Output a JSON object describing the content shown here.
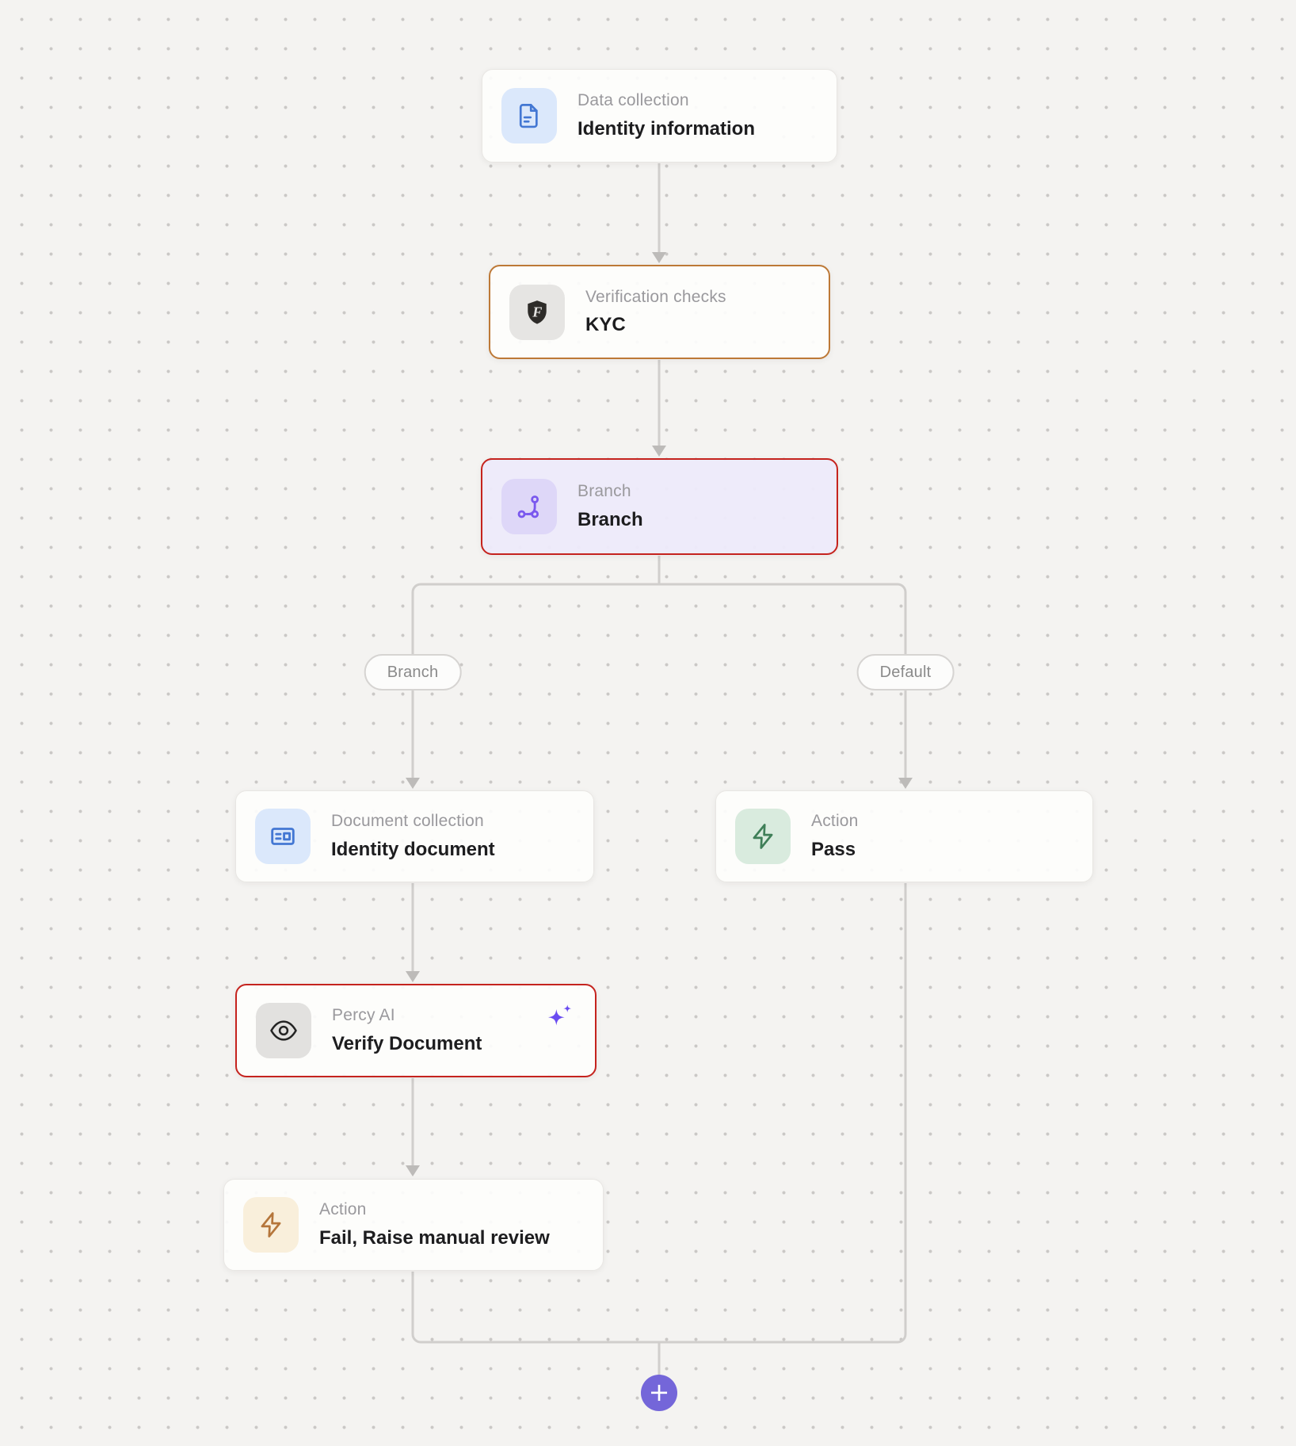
{
  "nodes": [
    {
      "id": "data-collection",
      "label": "Data collection",
      "title": "Identity information",
      "icon": "document-icon"
    },
    {
      "id": "verification-checks",
      "label": "Verification checks",
      "title": "KYC",
      "icon": "shield-f-icon"
    },
    {
      "id": "branch",
      "label": "Branch",
      "title": "Branch",
      "icon": "branch-icon"
    },
    {
      "id": "document-collection",
      "label": "Document collection",
      "title": "Identity document",
      "icon": "id-card-icon"
    },
    {
      "id": "percy-ai",
      "label": "Percy AI",
      "title": "Verify Document",
      "icon": "eye-icon",
      "badge_icon": "sparkle-icon"
    },
    {
      "id": "action-fail",
      "label": "Action",
      "title": "Fail, Raise manual review",
      "icon": "bolt-icon"
    },
    {
      "id": "action-pass",
      "label": "Action",
      "title": "Pass",
      "icon": "bolt-icon"
    }
  ],
  "edge_labels": {
    "branch": "Branch",
    "default": "Default"
  },
  "add_button": {
    "label": "+"
  },
  "colors": {
    "canvas_bg": "#f4f3f1",
    "connector_gray": "#d0cecc",
    "accent_blue": "#4377d3",
    "accent_purple": "#7a58ee",
    "sparkle_purple": "#6a4cf1",
    "selected_red_border": "#c5231e",
    "kyc_orange_border": "#bd7937",
    "action_orange": "#b5763b",
    "action_green": "#3f7f58",
    "branch_node_bg": "#edeafa",
    "add_button_purple": "#7466d9"
  }
}
